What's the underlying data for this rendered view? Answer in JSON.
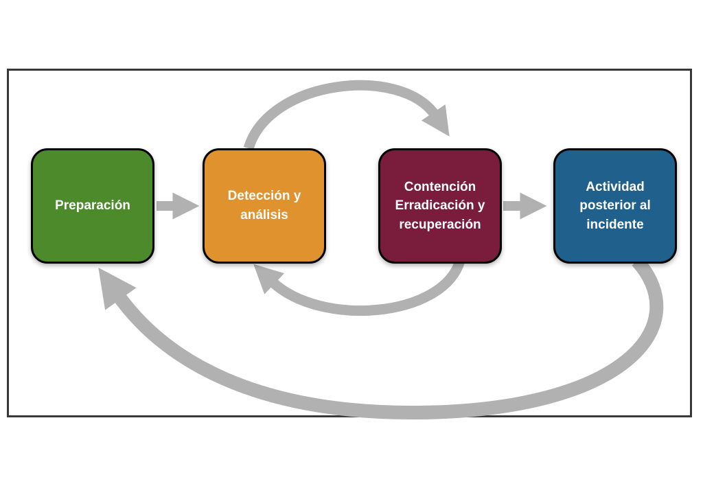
{
  "diagram": {
    "nodes": [
      {
        "id": "preparacion",
        "label": "Preparación",
        "color": "#4c8a2b"
      },
      {
        "id": "deteccion-y-analisis",
        "label": "Detección y\nanálisis",
        "color": "#e0922f"
      },
      {
        "id": "contencion-erradicacion-y-recuperacion",
        "label": "Contención\nErradicación y\nrecuperación",
        "color": "#7a1d3c"
      },
      {
        "id": "actividad-posterior-al-incidente",
        "label": "Actividad\nposterior al\nincidente",
        "color": "#1f618c"
      }
    ],
    "flow_arrows": [
      {
        "from": "preparacion",
        "to": "deteccion-y-analisis",
        "style": "straight"
      },
      {
        "from": "deteccion-y-analisis",
        "to": "contencion-erradicacion-y-recuperacion",
        "style": "curved-top-loop"
      },
      {
        "from": "contencion-erradicacion-y-recuperacion",
        "to": "deteccion-y-analisis",
        "style": "curved-bottom-loop"
      },
      {
        "from": "contencion-erradicacion-y-recuperacion",
        "to": "actividad-posterior-al-incidente",
        "style": "straight"
      },
      {
        "from": "actividad-posterior-al-incidente",
        "to": "preparacion",
        "style": "curved-large-bottom-loop"
      }
    ]
  },
  "theme": {
    "page-bg": "#ffffff",
    "frame-bg": "#ffffff",
    "frame-border-color": "#383838",
    "node-border-color": "#000000",
    "node-text-color": "#ffffff",
    "arrow-color": "#b1b1b1"
  }
}
